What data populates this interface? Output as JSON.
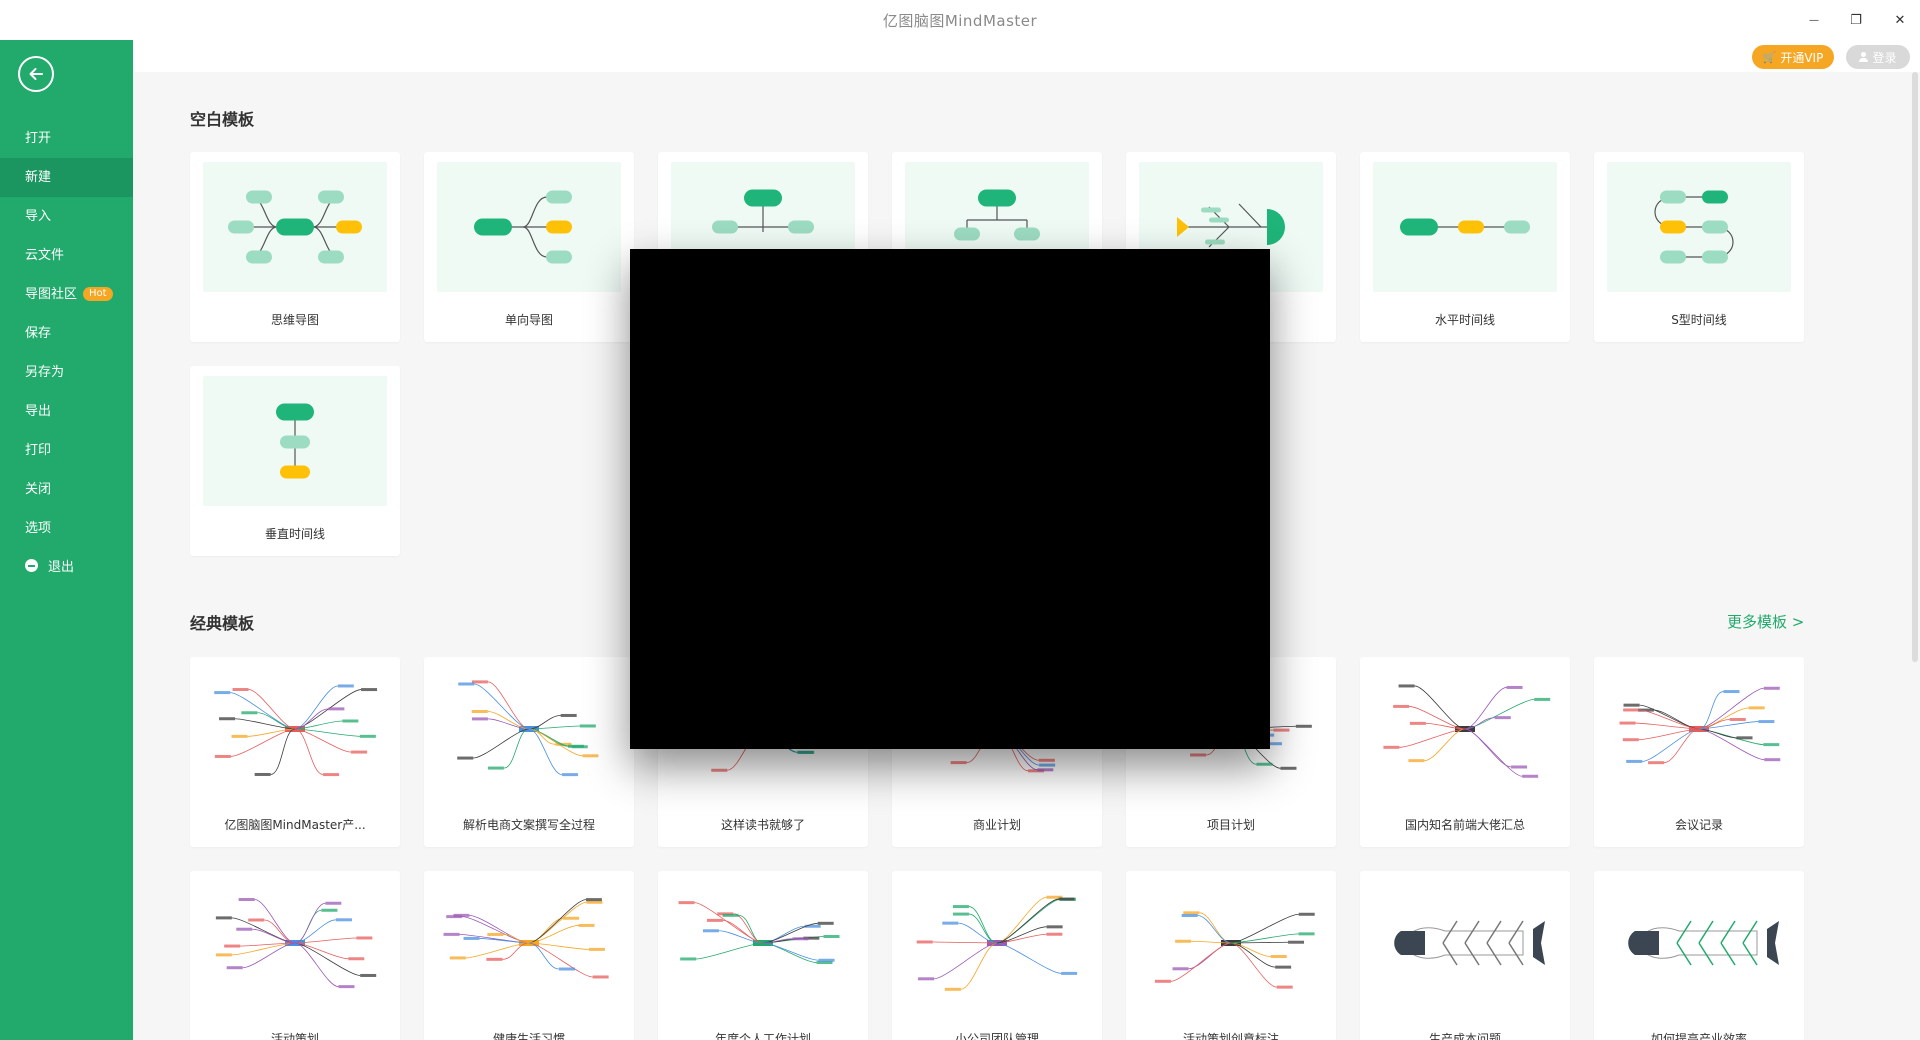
{
  "window": {
    "title": "亿图脑图MindMaster",
    "minimize_glyph": "—",
    "restore_glyph": "❐",
    "close_glyph": "✕"
  },
  "colors": {
    "brand": "#21aa6c",
    "brand_active": "#1b9660",
    "vip": "#f5a623",
    "node_dark": "#1fb47a",
    "node_light": "#9cdcc2",
    "node_yellow": "#ffc107"
  },
  "sidebar": {
    "back_icon": "arrow-left-circle-icon",
    "items": [
      {
        "label": "打开"
      },
      {
        "label": "新建",
        "active": true
      },
      {
        "label": "导入"
      },
      {
        "label": "云文件"
      },
      {
        "label": "导图社区",
        "badge": "Hot"
      },
      {
        "label": "保存"
      },
      {
        "label": "另存为"
      },
      {
        "label": "导出"
      },
      {
        "label": "打印"
      },
      {
        "label": "关闭"
      },
      {
        "label": "选项"
      },
      {
        "label": "退出",
        "icon": "minus-circle-icon"
      }
    ]
  },
  "header": {
    "vip_label": "开通VIP",
    "login_label": "登录"
  },
  "blank_section": {
    "title": "空白模板",
    "cards": [
      {
        "label": "思维导图",
        "layout": "mindmap"
      },
      {
        "label": "单向导图",
        "layout": "right"
      },
      {
        "label": "",
        "layout": "tree"
      },
      {
        "label": "",
        "layout": "org"
      },
      {
        "label": "",
        "layout": "fishbone"
      },
      {
        "label": "水平时间线",
        "layout": "htimeline"
      },
      {
        "label": "S型时间线",
        "layout": "stimeline"
      },
      {
        "label": "垂直时间线",
        "layout": "vtimeline"
      }
    ]
  },
  "classic_section": {
    "title": "经典模板",
    "more_label": "更多模板 >",
    "cards": [
      {
        "label": "亿图脑图MindMaster产..."
      },
      {
        "label": "解析电商文案撰写全过程"
      },
      {
        "label": "这样读书就够了"
      },
      {
        "label": "商业计划"
      },
      {
        "label": "项目计划"
      },
      {
        "label": "国内知名前端大佬汇总"
      },
      {
        "label": "会议记录"
      },
      {
        "label": "活动策划"
      },
      {
        "label": "健康生活习惯"
      },
      {
        "label": "年度个人工作计划"
      },
      {
        "label": "小公司团队管理"
      },
      {
        "label": "活动策划创意标注"
      },
      {
        "label": "生产成本问题"
      },
      {
        "label": "如何提高产业效率"
      }
    ]
  }
}
